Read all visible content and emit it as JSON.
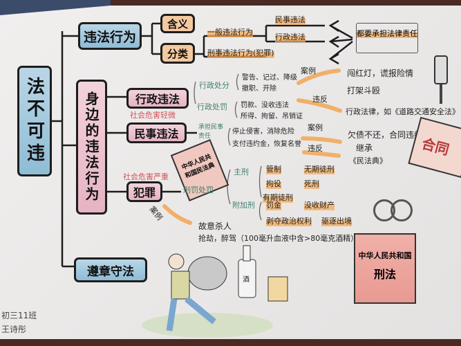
{
  "root": "法不可违",
  "branch1": {
    "title": "违法行为",
    "meaning": "含义",
    "category": "分类",
    "general": "一般违法行为",
    "civil": "民事违法",
    "admin": "行政违法",
    "criminal": "刑事违法行为(犯罪)",
    "result": "都要承担法律责任"
  },
  "branch2": {
    "title": "身边的违法行为",
    "admin": {
      "label": "行政违法",
      "note": "社会危害轻微",
      "sanction1": "行政处分",
      "sanction1_items": [
        "警告、记过、降级",
        "撤职、开除"
      ],
      "sanction2": "行政处罚",
      "sanction2_items": [
        "罚款、没收违法",
        "所得、拘留、吊销证"
      ],
      "case_label": "案例",
      "case_items": [
        "闯红灯，谎报险情",
        "打架斗殴"
      ],
      "violate_label": "违反",
      "violate_text": "行政法律，如《道路交通安全法》"
    },
    "civil": {
      "label": "民事违法",
      "duty": "承担民事责任",
      "items": [
        "停止侵害，消除危险",
        "支付违约金，恢复名誉"
      ],
      "case_label": "案例",
      "case_items": [
        "欠债不还，合同违约",
        "继承"
      ],
      "violate_label": "违反",
      "violate_text": "《民法典》",
      "book": "中华人民共和国民法典"
    },
    "crime": {
      "label": "犯罪",
      "note": "社会危害严重",
      "punish": "刑罚处罚",
      "main": "主刑",
      "main_items": [
        "管制",
        "拘役",
        "有期徒刑",
        "无期徒刑",
        "死刑"
      ],
      "extra": "附加刑",
      "extra_items": [
        "罚金",
        "没收财产",
        "剥夺政治权利",
        "驱逐出境"
      ],
      "case_label": "案例",
      "case_items": [
        "故意杀人",
        "抢劫，醉驾（100毫升血液中含>80毫克酒精）"
      ]
    }
  },
  "branch3": {
    "title": "遵章守法"
  },
  "illustrations": {
    "contract": "合同",
    "criminal_law_book": [
      "中华人民共和国",
      "刑法"
    ],
    "bottle": "酒"
  },
  "author": {
    "class": "初三11班",
    "name": "王诗彤"
  }
}
